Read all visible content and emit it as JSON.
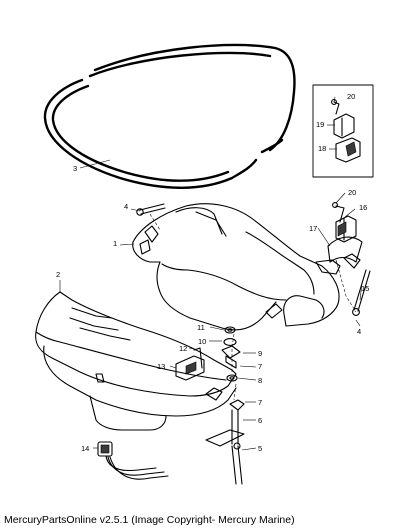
{
  "footer": "MercuryPartsOnline v2.5.1 (Image Copyright- Mercury Marine)",
  "callouts": {
    "c1": "1",
    "c2": "2",
    "c3": "3",
    "c4a": "4",
    "c4b": "4",
    "c5": "5",
    "c6": "6",
    "c7a": "7",
    "c7b": "7",
    "c8": "8",
    "c9": "9",
    "c10": "10",
    "c11": "11",
    "c12": "12",
    "c13": "13",
    "c14": "14",
    "c15": "15",
    "c16": "16",
    "c17": "17",
    "c18": "18",
    "c19": "19",
    "c20a": "20",
    "c20b": "20"
  }
}
